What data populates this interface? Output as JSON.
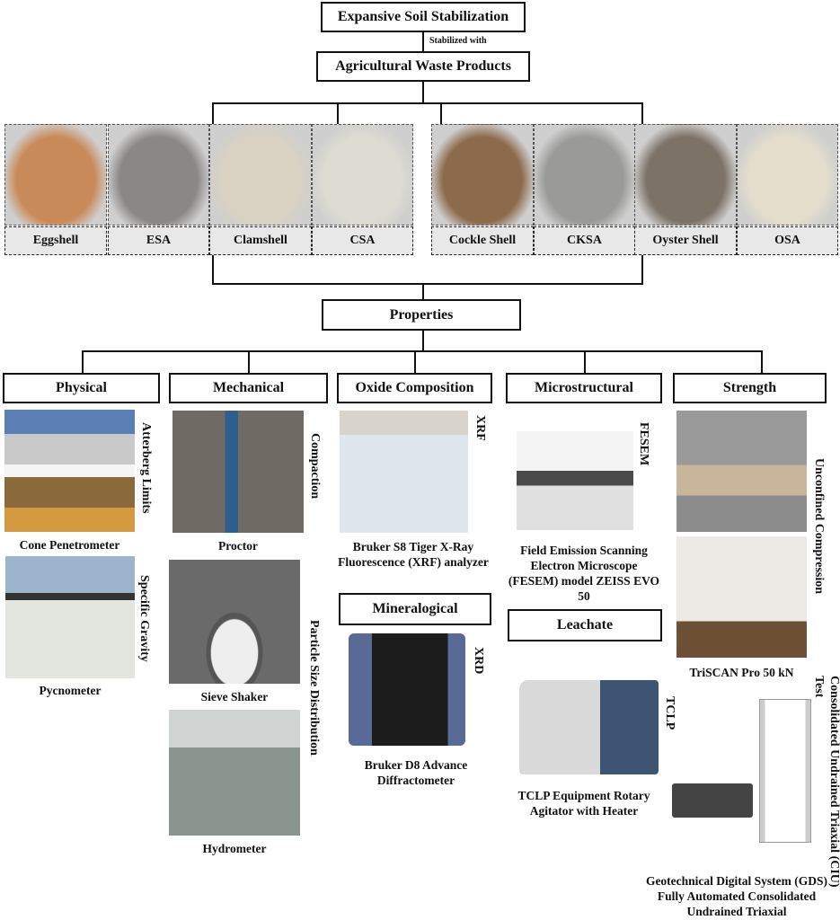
{
  "title": "Expansive Soil Stabilization",
  "connector_label": "Stabilized with",
  "waste_header": "Agricultural Waste Products",
  "materials": [
    {
      "label": "Eggshell",
      "color": "#c98a5a"
    },
    {
      "label": "ESA",
      "color": "#8a8886"
    },
    {
      "label": "Clamshell",
      "color": "#d9d2c2"
    },
    {
      "label": "CSA",
      "color": "#dcdcd2"
    },
    {
      "label": "Cockle Shell",
      "color": "#8c6a4c"
    },
    {
      "label": "CKSA",
      "color": "#9a9a98"
    },
    {
      "label": "Oyster Shell",
      "color": "#7d7266"
    },
    {
      "label": "OSA",
      "color": "#e4ddcc"
    }
  ],
  "properties_header": "Properties",
  "categories": {
    "physical": "Physical",
    "mechanical": "Mechanical",
    "oxide": "Oxide Composition",
    "microstructural": "Microstructural",
    "strength": "Strength",
    "mineralogical": "Mineralogical",
    "leachate": "Leachate"
  },
  "tests": {
    "atterberg": {
      "side": "Atterberg Limits",
      "caption": "Cone Penetrometer"
    },
    "specific_gravity": {
      "side": "Specific Gravity",
      "caption": "Pycnometer"
    },
    "compaction": {
      "side": "Compaction",
      "caption": "Proctor"
    },
    "particle_size": {
      "side": "Particle Size Distribution",
      "caption1": "Sieve Shaker",
      "caption2": "Hydrometer"
    },
    "xrf": {
      "side": "XRF",
      "caption": "Bruker S8 Tiger X-Ray Fluorescence (XRF) analyzer"
    },
    "xrd": {
      "side": "XRD",
      "caption": "Bruker D8 Advance Diffractometer"
    },
    "fesem": {
      "side": "FESEM",
      "caption": "Field Emission Scanning Electron Microscope (FESEM) model ZEISS EVO 50"
    },
    "tclp": {
      "side": "TCLP",
      "caption": "TCLP Equipment Rotary Agitator with Heater"
    },
    "ucs": {
      "side": "Unconfined Compression",
      "caption": "TriSCAN Pro 50 kN"
    },
    "cu": {
      "side": "Consolidated Undrained Triaxial (CIU) Test",
      "caption": "Geotechnical Digital System (GDS) Fully Automated Consolidated Undrained Triaxial"
    }
  }
}
